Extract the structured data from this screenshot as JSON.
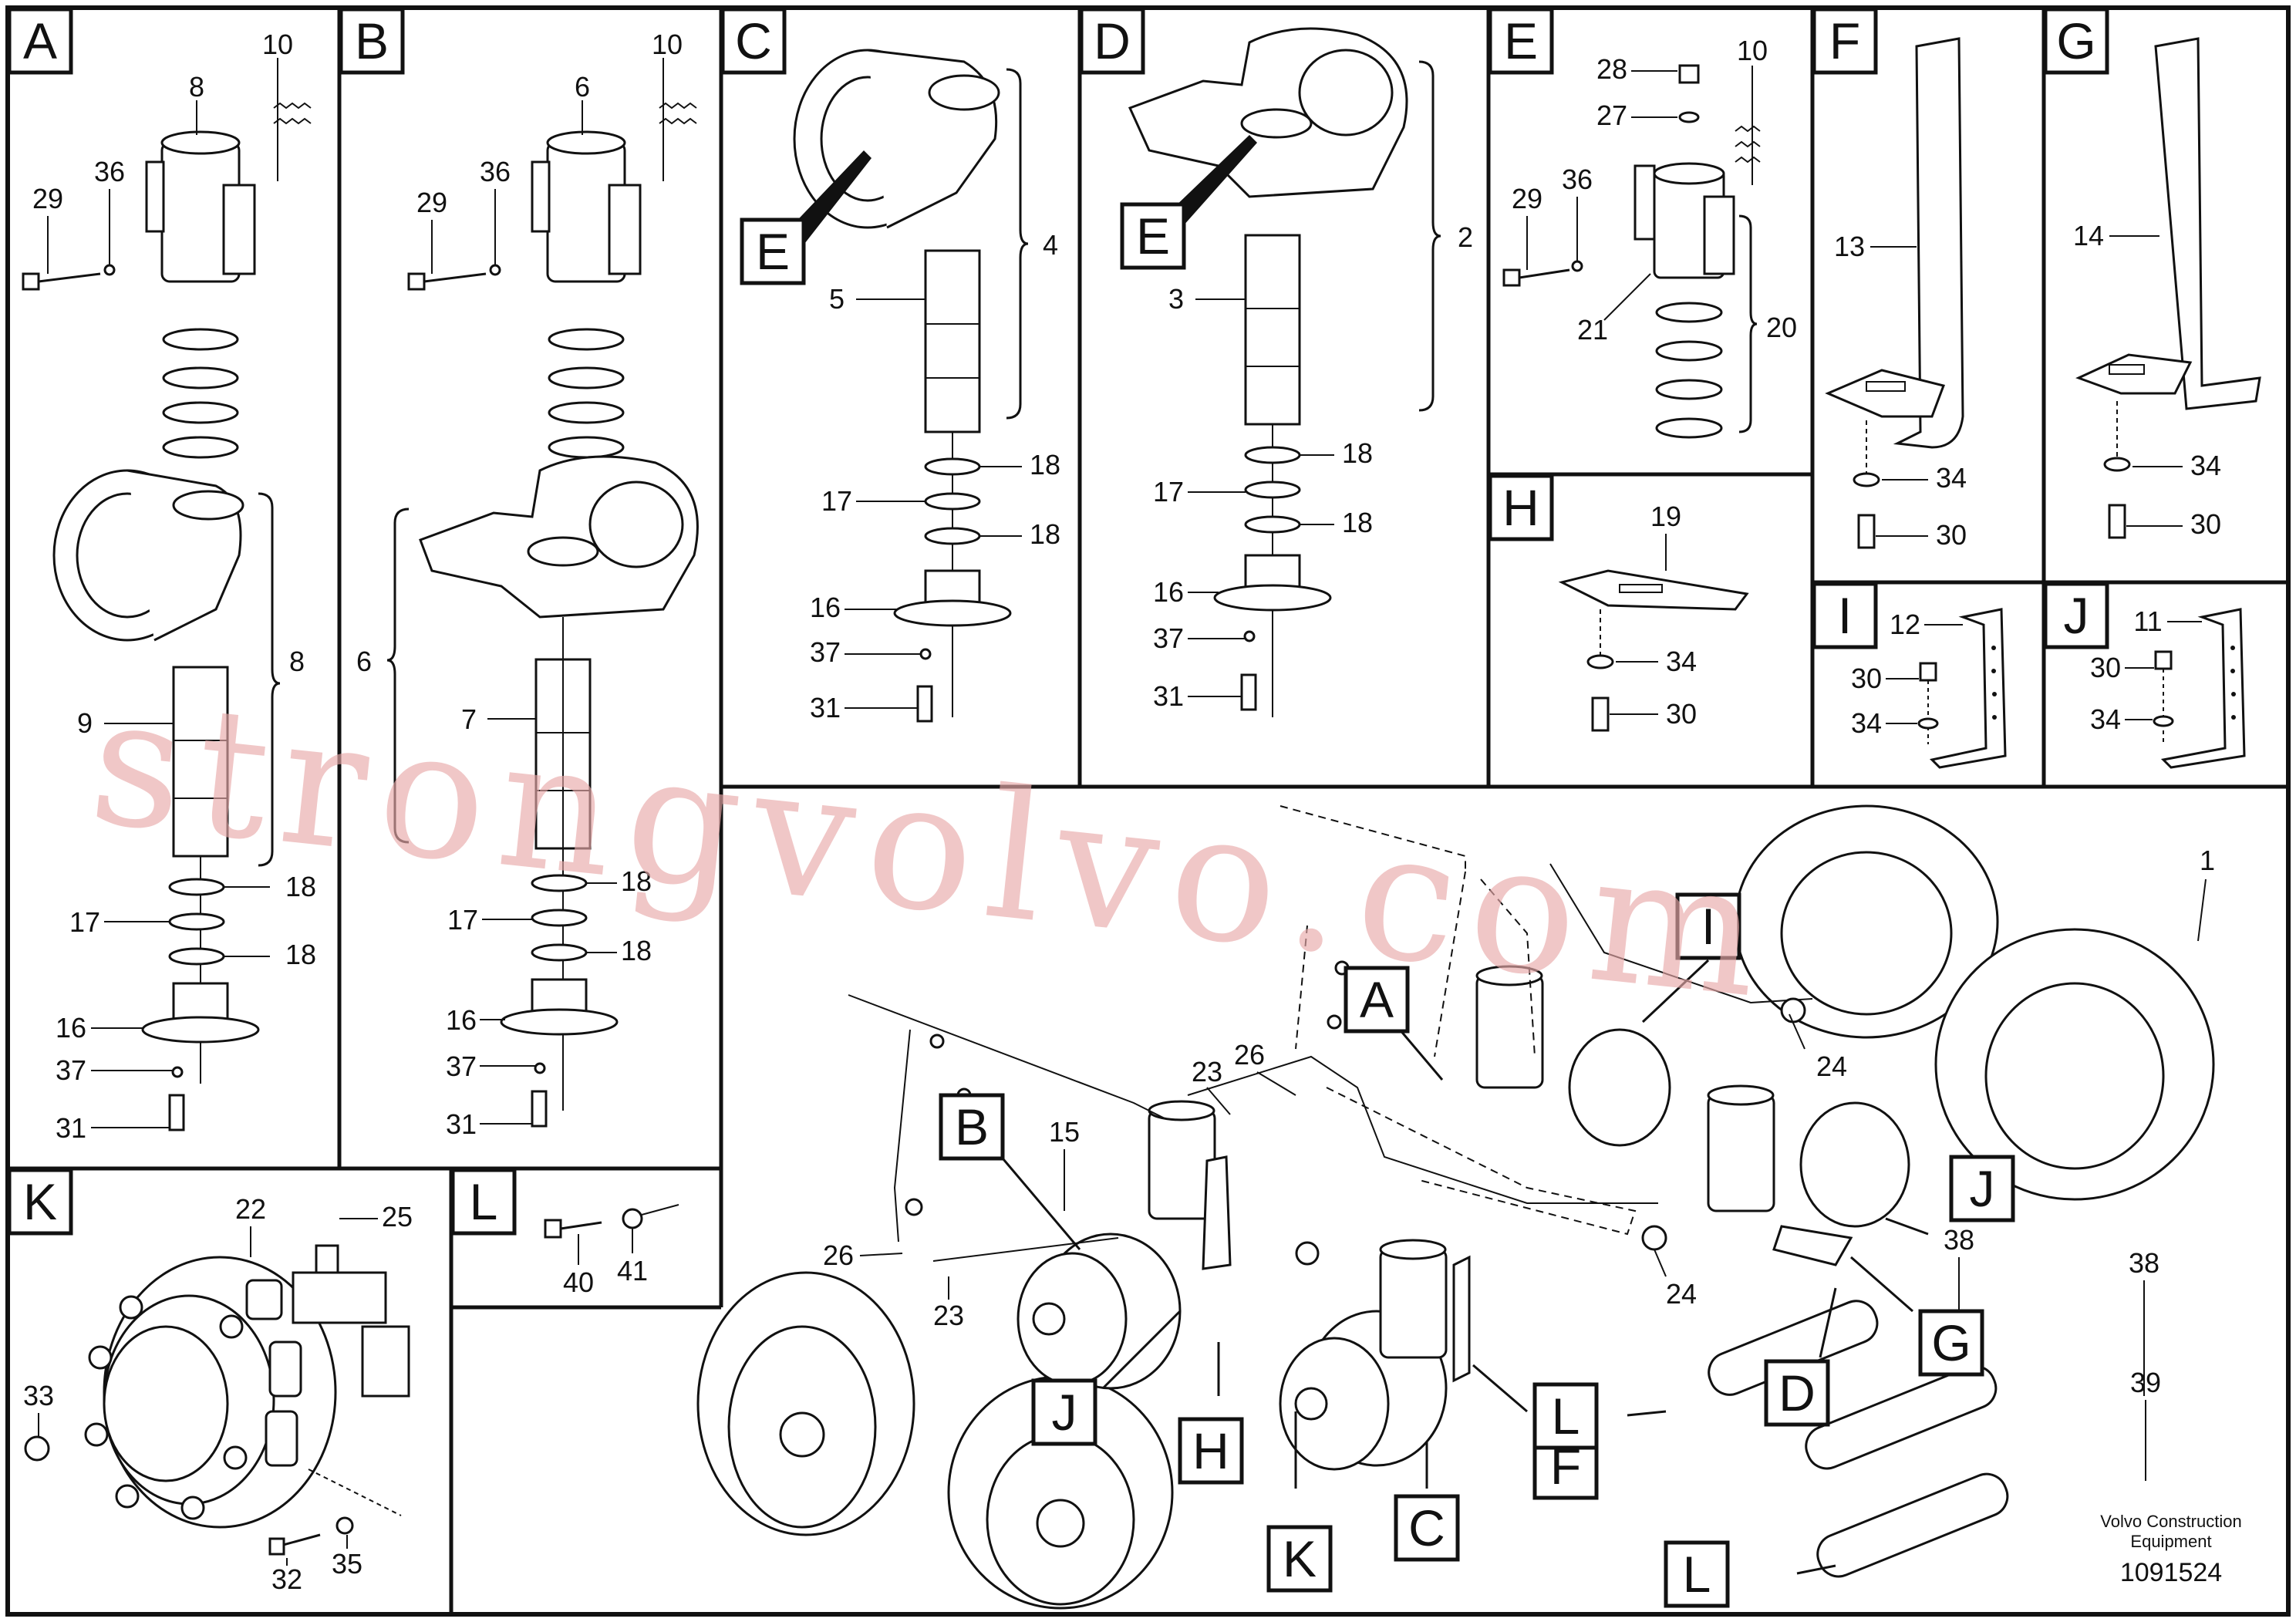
{
  "panels": [
    {
      "id": "A",
      "label": "A"
    },
    {
      "id": "B",
      "label": "B"
    },
    {
      "id": "C",
      "label": "C"
    },
    {
      "id": "D",
      "label": "D"
    },
    {
      "id": "E",
      "label": "E"
    },
    {
      "id": "F",
      "label": "F"
    },
    {
      "id": "G",
      "label": "G"
    },
    {
      "id": "H",
      "label": "H"
    },
    {
      "id": "I",
      "label": "I"
    },
    {
      "id": "J",
      "label": "J"
    },
    {
      "id": "K",
      "label": "K"
    },
    {
      "id": "L",
      "label": "L"
    }
  ],
  "panel_A": {
    "callouts": [
      "10",
      "8",
      "29",
      "36",
      "8",
      "9",
      "18",
      "17",
      "18",
      "16",
      "37",
      "31"
    ]
  },
  "panel_B": {
    "callouts": [
      "10",
      "6",
      "29",
      "36",
      "6",
      "7",
      "18",
      "17",
      "18",
      "16",
      "37",
      "31"
    ]
  },
  "panel_C": {
    "callouts": [
      "4",
      "5",
      "18",
      "17",
      "18",
      "16",
      "37",
      "31"
    ],
    "ref_tag": "E"
  },
  "panel_D": {
    "callouts": [
      "2",
      "3",
      "18",
      "17",
      "18",
      "16",
      "37",
      "31"
    ],
    "ref_tag": "E"
  },
  "panel_E": {
    "callouts": [
      "28",
      "10",
      "27",
      "29",
      "36",
      "20",
      "21"
    ]
  },
  "panel_F": {
    "callouts": [
      "13",
      "34",
      "30"
    ]
  },
  "panel_G": {
    "callouts": [
      "14",
      "34",
      "30"
    ]
  },
  "panel_H": {
    "callouts": [
      "19",
      "34",
      "30"
    ]
  },
  "panel_I": {
    "callouts": [
      "12",
      "30",
      "34"
    ]
  },
  "panel_J": {
    "callouts": [
      "11",
      "30",
      "34"
    ]
  },
  "panel_K": {
    "callouts": [
      "22",
      "25",
      "33",
      "32",
      "35"
    ]
  },
  "panel_L": {
    "callouts": [
      "40",
      "41"
    ]
  },
  "assembly": {
    "callouts": [
      "1",
      "24",
      "24",
      "23",
      "26",
      "26",
      "23",
      "15",
      "38",
      "38",
      "39"
    ],
    "tags": [
      "A",
      "I",
      "B",
      "J",
      "H",
      "K",
      "C",
      "F",
      "D",
      "G",
      "L",
      "L",
      "J",
      "L"
    ]
  },
  "footer": {
    "brand_line1": "Volvo Construction",
    "brand_line2": "Equipment",
    "drawing_number": "1091524"
  },
  "watermark": "strongvolvo.com"
}
